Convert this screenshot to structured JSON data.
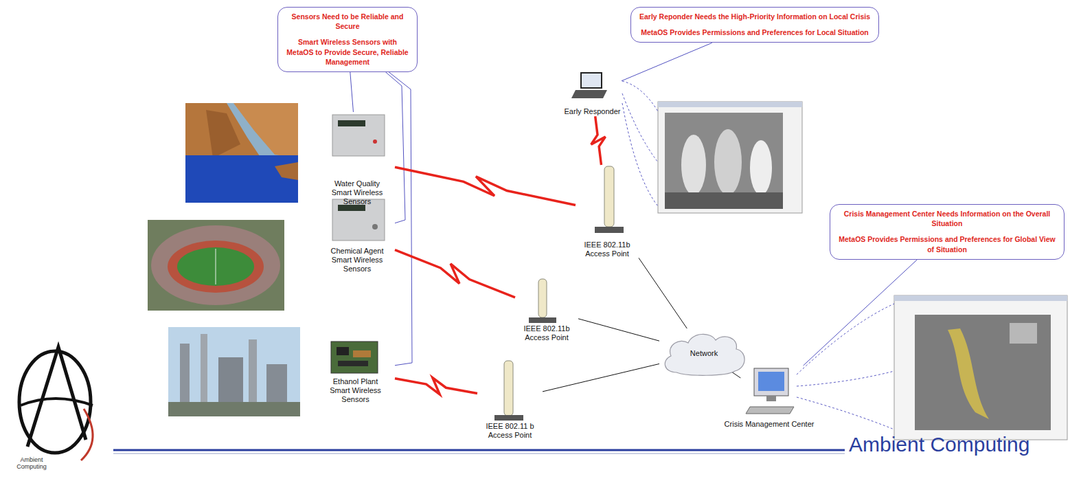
{
  "diagram": {
    "nodes": [
      {
        "text": [
          "Sensors Need to be Reliable and Secure",
          "Smart Wireless Sensors with MetaOS to Provide Secure, Reliable Management"
        ]
      },
      {
        "text": [
          "Early Reponder Needs the High-Priority Information on Local Crisis",
          "MetaOS Provides Permissions and Preferences for Local Situation"
        ]
      },
      {
        "text": [
          "Crisis Management Center Needs Information on the Overall Situation",
          "MetaOS Provides Permissions and Preferences for Global View of Situation"
        ]
      },
      {
        "text": [
          "Water Quality Smart Wireless Sensors"
        ]
      },
      {
        "text": [
          "Chemical Agent Smart Wireless Sensors"
        ]
      },
      {
        "text": [
          "Ethanol Plant Smart Wireless Sensors"
        ]
      },
      {
        "text": [
          "Early Responder"
        ]
      },
      {
        "text": [
          "IEEE 802.11b Access Point"
        ]
      },
      {
        "text": [
          "IEEE 802.11b Access Point"
        ]
      },
      {
        "text": [
          "IEEE 802.11 b Access Point"
        ]
      },
      {
        "text": [
          "Network"
        ]
      },
      {
        "text": [
          "Crisis Management Center"
        ]
      }
    ],
    "edges": [
      {
        "from": 0,
        "to": 3,
        "arrow": "none"
      },
      {
        "from": 0,
        "to": 4,
        "arrow": "none"
      },
      {
        "from": 0,
        "to": 5,
        "arrow": "none"
      },
      {
        "from": 1,
        "to": 6,
        "arrow": "none"
      },
      {
        "from": 2,
        "to": 11,
        "arrow": "none"
      },
      {
        "from": 3,
        "to": 7,
        "arrow": "none"
      },
      {
        "from": 4,
        "to": 8,
        "arrow": "none"
      },
      {
        "from": 5,
        "to": 9,
        "arrow": "none"
      },
      {
        "from": 7,
        "to": 6,
        "arrow": "none"
      },
      {
        "from": 7,
        "to": 10,
        "arrow": "none"
      },
      {
        "from": 8,
        "to": 10,
        "arrow": "none"
      },
      {
        "from": 9,
        "to": 10,
        "arrow": "none"
      },
      {
        "from": 10,
        "to": 11,
        "arrow": "none"
      }
    ],
    "labels": [
      "Ambient Computing",
      "Ambient Computing"
    ]
  }
}
